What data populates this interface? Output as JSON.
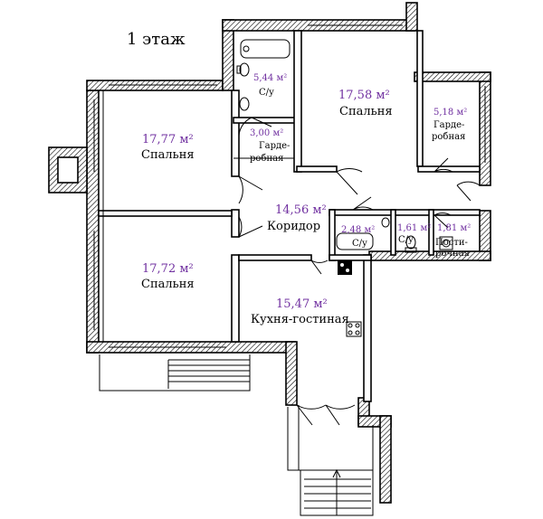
{
  "plan": {
    "floor_title": "1 этаж",
    "accent_color": "#7030a0",
    "wall_color": "#000000",
    "rooms": [
      {
        "id": "bedroom-1",
        "area": "17,77 м²",
        "name": "Спальня"
      },
      {
        "id": "bedroom-2",
        "area": "17,72 м²",
        "name": "Спальня"
      },
      {
        "id": "bedroom-3",
        "area": "17,58 м²",
        "name": "Спальня"
      },
      {
        "id": "bathroom-1",
        "area": "5,44 м²",
        "name": "С/у"
      },
      {
        "id": "wardrobe-1",
        "area": "3,00 м²",
        "name_line1": "Гарде-",
        "name_line2": "робная"
      },
      {
        "id": "wardrobe-2",
        "area": "5,18 м²",
        "name_line1": "Гарде-",
        "name_line2": "робная"
      },
      {
        "id": "corridor",
        "area": "14,56 м²",
        "name": "Коридор"
      },
      {
        "id": "bathroom-2",
        "area": "2,48 м²",
        "name": "С/у"
      },
      {
        "id": "bathroom-3",
        "area": "1,61 м²",
        "name": "С/у"
      },
      {
        "id": "laundry",
        "area": "1,81 м²",
        "name_line1": "Пости-",
        "name_line2": "рочная"
      },
      {
        "id": "kitchen-living",
        "area": "15,47 м²",
        "name": "Кухня-гостиная"
      }
    ]
  }
}
